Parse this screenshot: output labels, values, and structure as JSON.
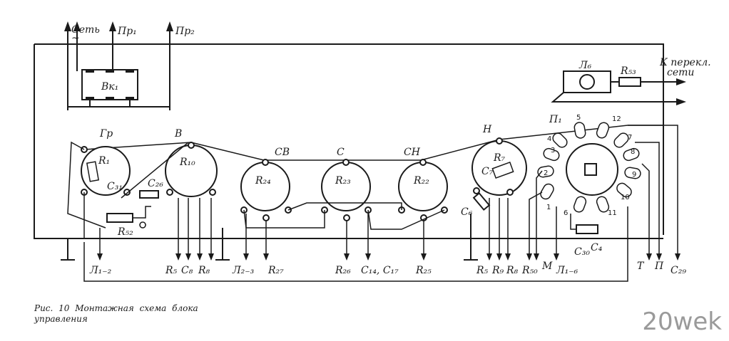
{
  "diagram": {
    "supply_labels": [
      "Сеть",
      "Пр₁",
      "Пр₂"
    ],
    "tilde": "~",
    "switch_label": "Вк₁",
    "lamp_label": "Л₆",
    "r53_label": "R₅₃",
    "to_switch_label_1": "К перекл.",
    "to_switch_label_2": "сети",
    "knob_labels": [
      "Гр",
      "В",
      "СВ",
      "С",
      "СН",
      "Н"
    ],
    "component_labels": {
      "r1": "R₁",
      "c31": "C₃₁",
      "r10": "R₁₀",
      "c26": "C₂₆",
      "r52": "R₅₂",
      "r24": "R₂₄",
      "r23": "R₂₃",
      "r22": "R₂₂",
      "r7": "R₇",
      "c7": "C₇",
      "c6": "C₆",
      "p1": "П₁",
      "c30": "C₃₀",
      "c4": "C₄"
    },
    "switch_positions": [
      "1",
      "2",
      "3",
      "4",
      "5",
      "6",
      "7",
      "8",
      "9",
      "10",
      "11",
      "12"
    ],
    "bottom_leads": [
      "Л₁₋₂",
      "R₅",
      "C₈",
      "R₈",
      "Л₂₋₃",
      "R₂₇",
      "R₂₆",
      "C₁₄, C₁₇",
      "R₂₅",
      "R₅",
      "R₉",
      "R₈",
      "R₅₀",
      "М",
      "Л₁₋₆",
      "Т",
      "П",
      "C₂₉"
    ]
  },
  "caption": {
    "line1": "Рис. 10 Монтажная схема блока",
    "line2": "управления"
  },
  "watermark": "20wek"
}
